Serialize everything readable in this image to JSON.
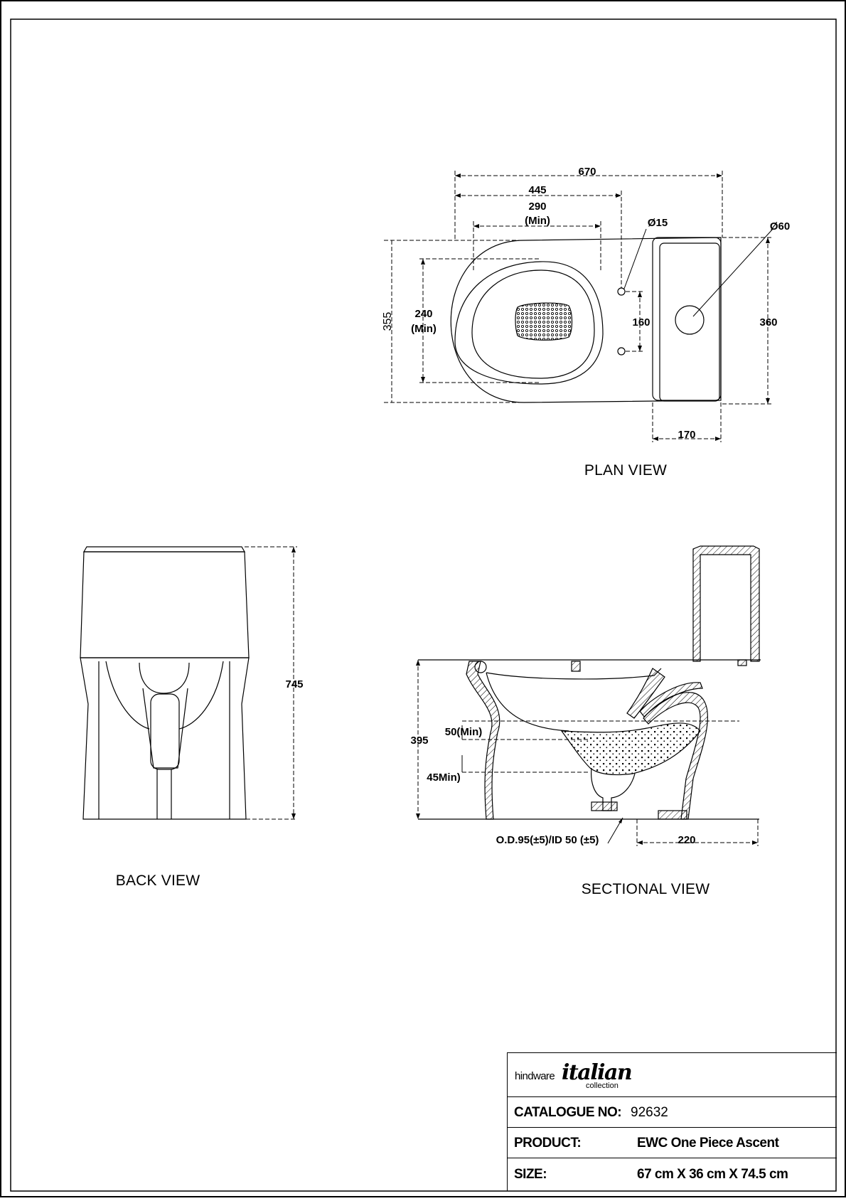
{
  "views": {
    "plan": "PLAN VIEW",
    "back": "BACK VIEW",
    "sectional": "SECTIONAL VIEW"
  },
  "dimensions": {
    "plan_670": "670",
    "plan_445": "445",
    "plan_290": "290",
    "plan_290_min": "(Min)",
    "plan_d15": "Ø15",
    "plan_d60": "Ø60",
    "plan_355": "355",
    "plan_240": "240",
    "plan_240_min": "(Min)",
    "plan_160": "160",
    "plan_360": "360",
    "plan_170": "170",
    "back_745": "745",
    "sect_395": "395",
    "sect_50min": "50(Min)",
    "sect_45min": "45Min)",
    "sect_od": "O.D.95(±5)/ID 50 (±5)",
    "sect_220": "220"
  },
  "title_block": {
    "brand": "hindware",
    "brand_script": "italian",
    "brand_sub": "collection",
    "catalogue_label": "CATALOGUE NO:",
    "catalogue_value": "92632",
    "product_label": "PRODUCT:",
    "product_value": "EWC One Piece Ascent",
    "size_label": "SIZE:",
    "size_value": "67 cm X 36 cm X 74.5 cm"
  }
}
